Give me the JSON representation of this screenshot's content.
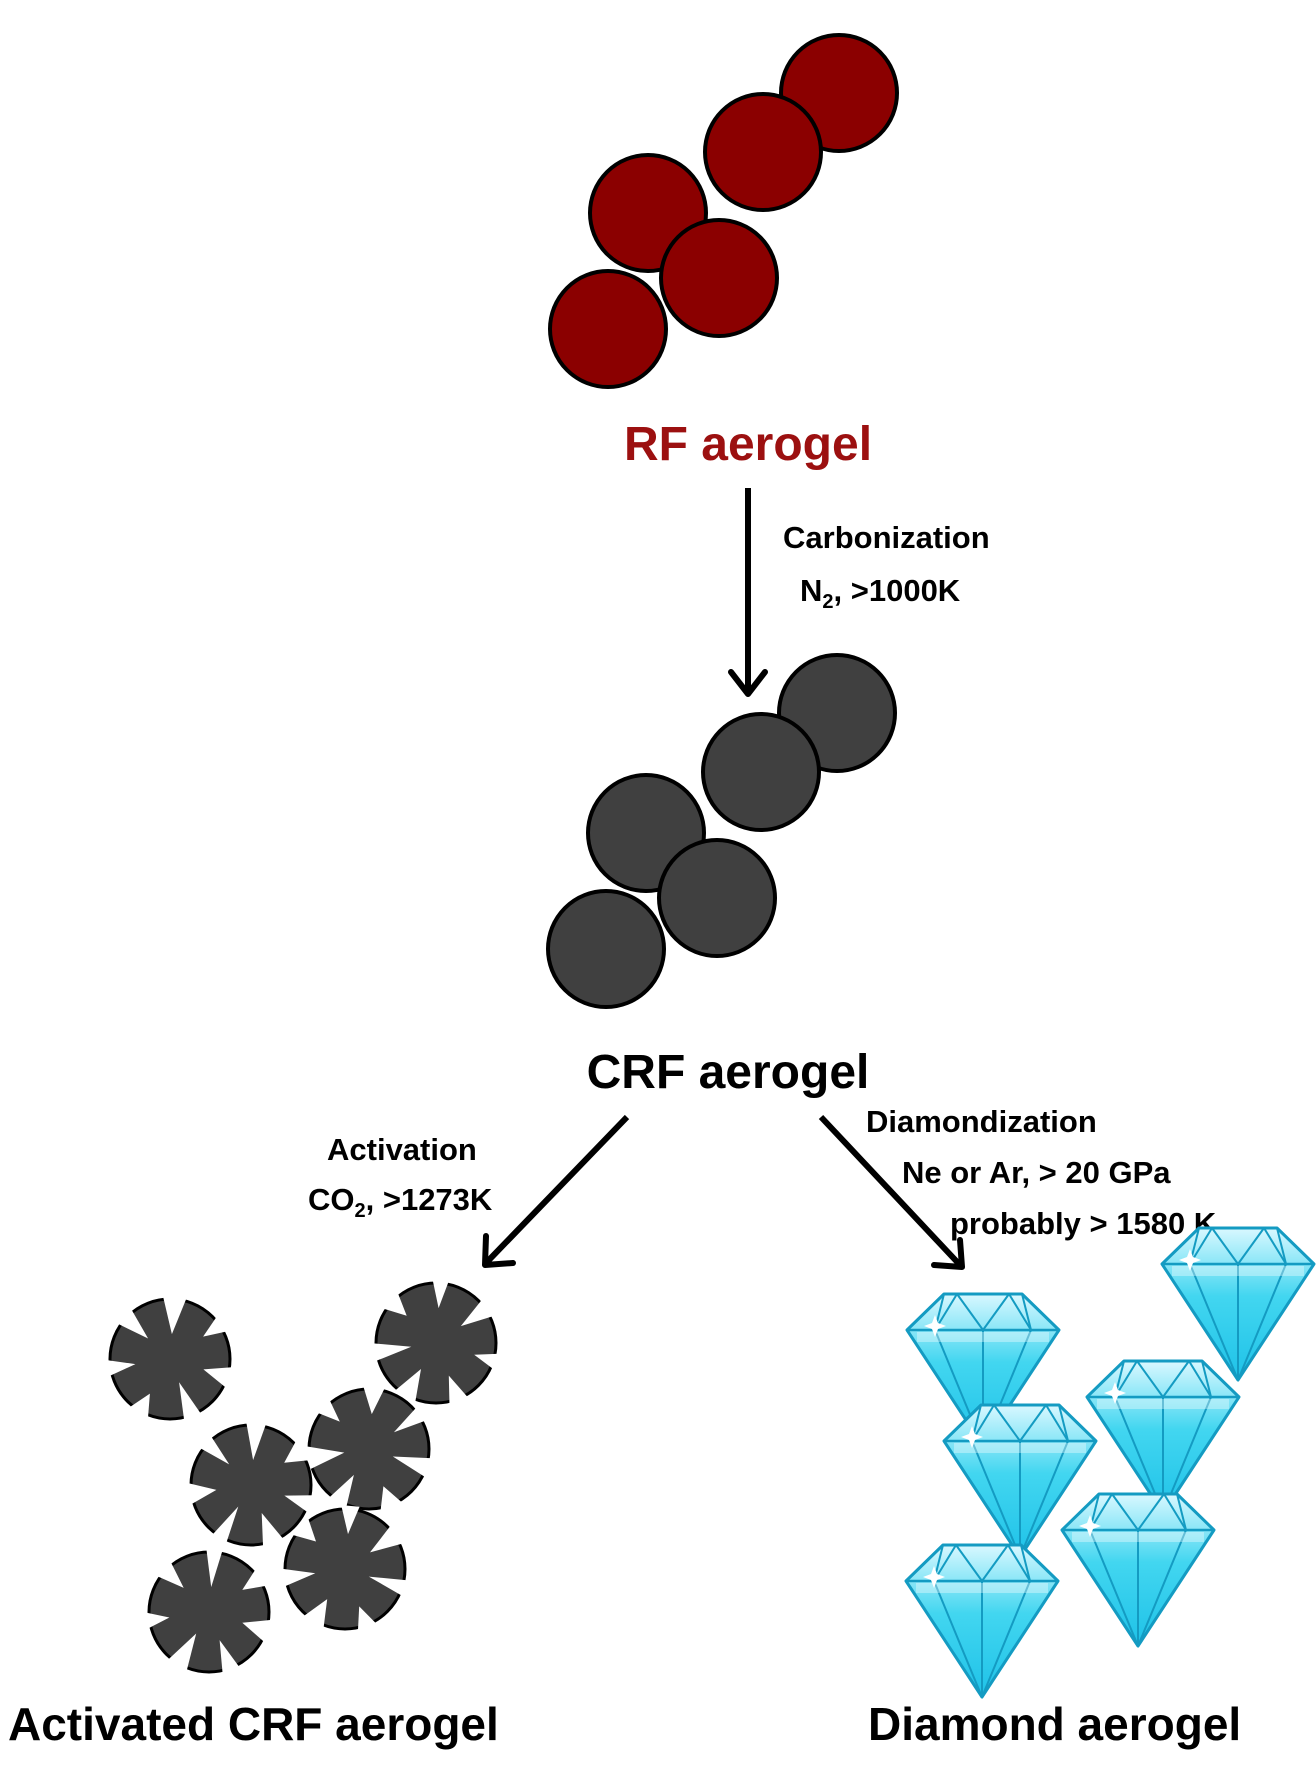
{
  "colors": {
    "rf_particle": "#8b0000",
    "rf_label": "#9c1010",
    "carbon_particle": "#404040",
    "outline": "#000000",
    "arrow": "#000000",
    "text": "#000000",
    "diamond_top": "#d9f8ff",
    "diamond_mid": "#42d6f0",
    "diamond_bottom": "#1fc2e8",
    "diamond_edge": "#149bc2"
  },
  "labels": {
    "rf_aerogel": "RF aerogel",
    "crf_aerogel": "CRF aerogel",
    "activated_crf_aerogel": "Activated CRF aerogel",
    "diamond_aerogel": "Diamond aerogel"
  },
  "steps": {
    "carbonization": {
      "name": "Carbonization",
      "gas_base": "N",
      "gas_subscript": "2",
      "condition": ", >1000K"
    },
    "activation": {
      "name": "Activation",
      "gas_base": "CO",
      "gas_subscript": "2",
      "condition": ", >1273K"
    },
    "diamondization": {
      "name": "Diamondization",
      "line1": "Ne or Ar, > 20 GPa",
      "line2": "probably > 1580 K"
    }
  },
  "icons": {
    "particle": "sphere-particle-icon",
    "activated_particle": "porous-particle-icon",
    "diamond": "diamond-icon",
    "sparkle": "sparkle-icon"
  }
}
